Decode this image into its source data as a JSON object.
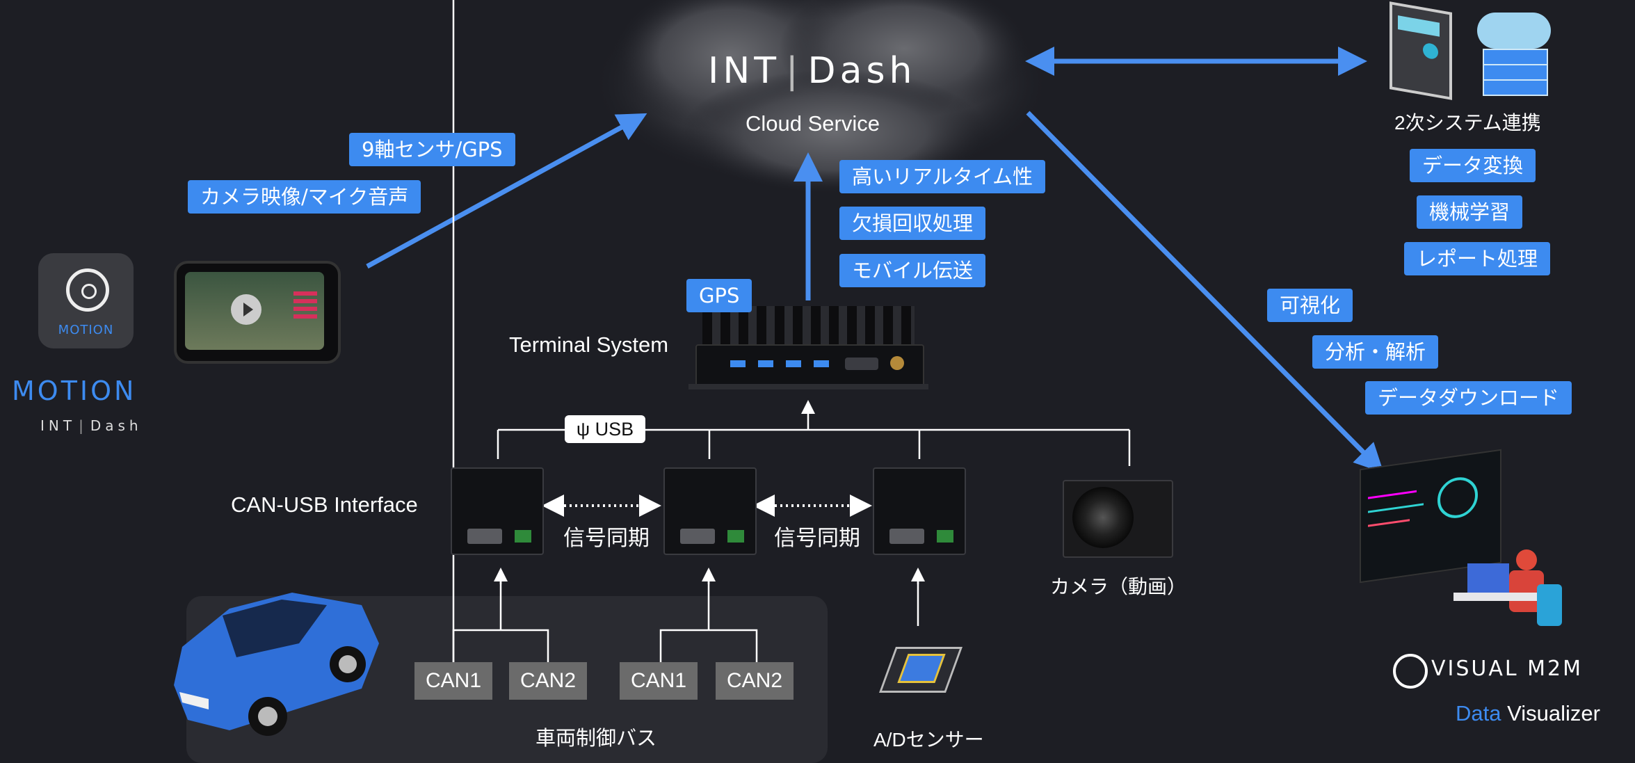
{
  "cloud": {
    "logo_a": "INT",
    "logo_b": "Dash",
    "label": "Cloud Service"
  },
  "left_tags": {
    "sensor": "9軸センサ/GPS",
    "camera": "カメラ映像/マイク音声"
  },
  "center_tags": [
    "高いリアルタイム性",
    "欠損回収処理",
    "モバイル伝送"
  ],
  "gps_tag": "GPS",
  "terminal_label": "Terminal System",
  "usb_label": "USB",
  "can_usb_label": "CAN-USB Interface",
  "sync_labels": [
    "信号同期",
    "信号同期"
  ],
  "camera_label": "カメラ（動画）",
  "can_buttons": [
    "CAN1",
    "CAN2",
    "CAN1",
    "CAN2"
  ],
  "bus_label": "車両制御バス",
  "ad_label": "A/Dセンサー",
  "motion": {
    "app_text": "MOTION",
    "title": "MOTION",
    "sub_a": "INT",
    "sub_b": "Dash"
  },
  "secondary": {
    "title": "2次システム連携",
    "tags": [
      "データ変換",
      "機械学習",
      "レポート処理"
    ]
  },
  "viz_tags": [
    "可視化",
    "分析・解析",
    "データダウンロード"
  ],
  "visual_m2m": {
    "logo": "VISUAL M2M",
    "data_word": "Data",
    "visualizer_word": "Visualizer"
  },
  "colors": {
    "accent": "#3d8bf0",
    "background": "#1d1e24",
    "can_box": "#6b6b6b"
  }
}
